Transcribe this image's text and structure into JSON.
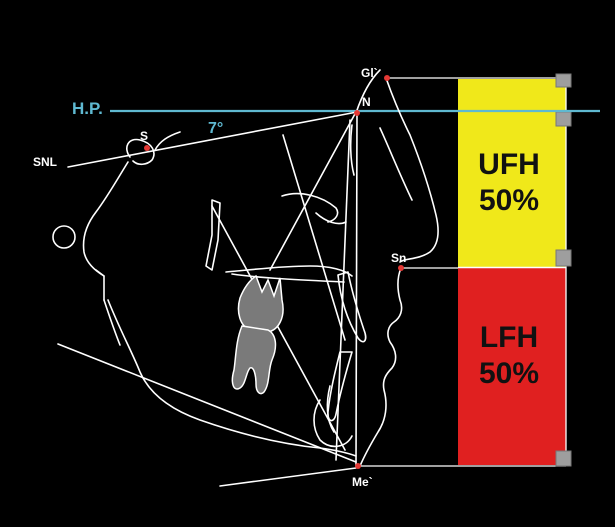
{
  "labels": {
    "gl": "Gl`",
    "n": "N",
    "s": "S",
    "snl": "SNL",
    "hp": "H.P.",
    "angle": "7°",
    "sn": "Sn",
    "me": "Me`"
  },
  "panels": {
    "upper": {
      "abbr": "UFH",
      "percent": "50%",
      "color": "#f0e81a"
    },
    "lower": {
      "abbr": "LFH",
      "percent": "50%",
      "color": "#e02020"
    }
  },
  "colors": {
    "background": "#000000",
    "tracing": "#ffffff",
    "landmark": "#e53935",
    "horizontal_plane": "#5fb9d1",
    "handle": "#9e9e9e",
    "tooth_fill": "#7a7a7a"
  }
}
